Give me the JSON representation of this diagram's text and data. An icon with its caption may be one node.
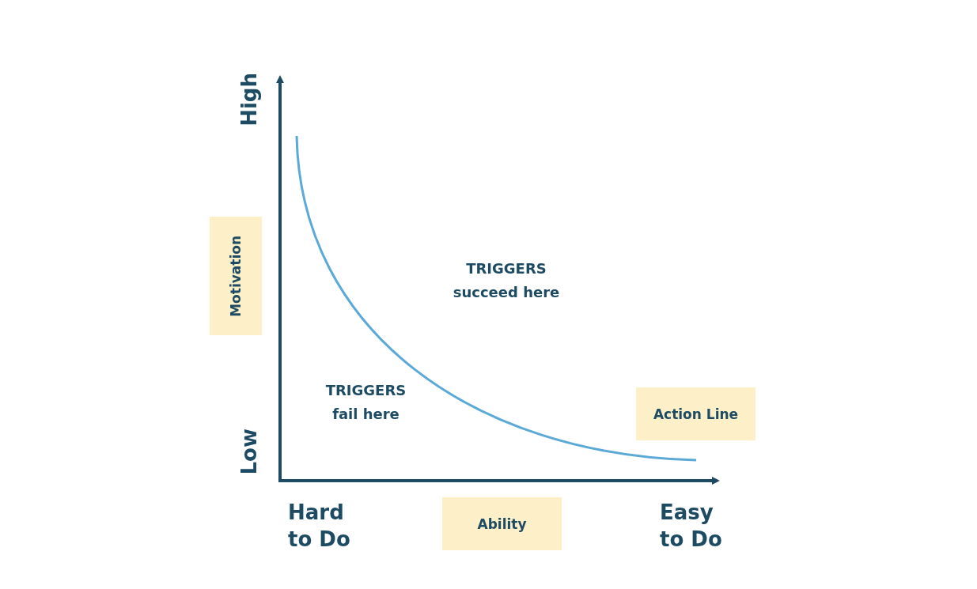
{
  "diagram": {
    "nodes": [
      {
        "text": [
          "Motivation"
        ]
      },
      {
        "text": [
          "Action Line"
        ]
      },
      {
        "text": [
          "Ability"
        ]
      }
    ],
    "labels": [
      "High",
      "TRIGGERS succeed here",
      "TRIGGERS fail here",
      "Low",
      "Hard to Do",
      "Easy to Do"
    ]
  }
}
